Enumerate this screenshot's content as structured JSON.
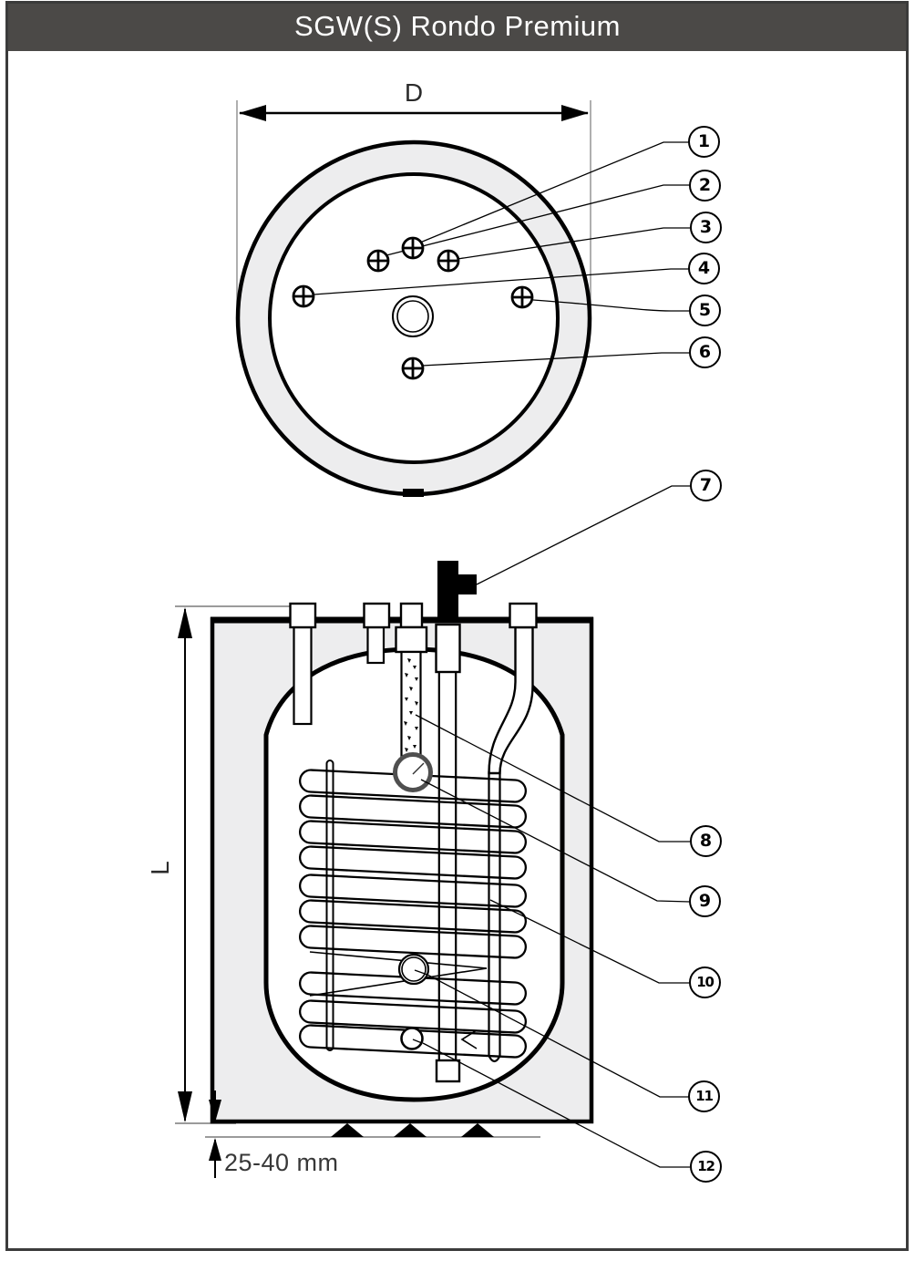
{
  "title": "SGW(S) Rondo Premium",
  "top_view": {
    "diameter_label": "D"
  },
  "side_view": {
    "length_label": "L",
    "clearance_label": "25-40 mm"
  },
  "callouts": {
    "items": [
      "1",
      "2",
      "3",
      "4",
      "5",
      "6",
      "7",
      "8",
      "9",
      "10",
      "11",
      "12"
    ]
  },
  "colors": {
    "header_bg": "#4b4947",
    "header_text": "#ffffff",
    "insulation_fill": "#ededee",
    "line_color": "#000000",
    "dim_line_color": "#9b9b9b",
    "sensor_ring_color": "#4f4f4f",
    "frame_border": "#3b3b3b",
    "label_color": "#383838"
  }
}
